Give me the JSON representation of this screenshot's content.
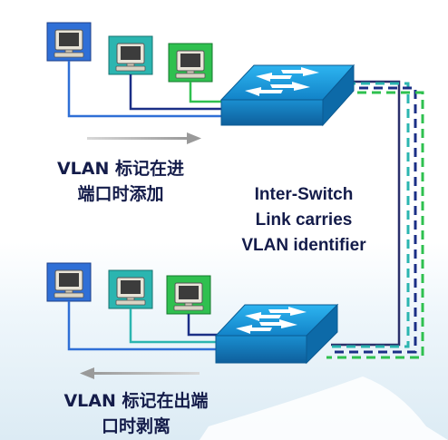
{
  "colors": {
    "vlan_blue": "#2f6fd6",
    "vlan_teal": "#2bb5b0",
    "vlan_green": "#2fc04f",
    "switch_body": "#1a9ad8",
    "trunk_line": "#2a2f6a",
    "arrow_gray": "#a9a9a9"
  },
  "labels": {
    "top_left": [
      "VLAN 标记在进",
      "端口时添加"
    ],
    "trunk": [
      "Inter-Switch",
      "Link carries",
      "VLAN identifier"
    ],
    "bottom_left": [
      "VLAN 标记在出端",
      "口时剥离"
    ]
  },
  "icons": [
    "pc-icon",
    "switch-icon",
    "arrow-right-icon",
    "arrow-left-icon"
  ]
}
